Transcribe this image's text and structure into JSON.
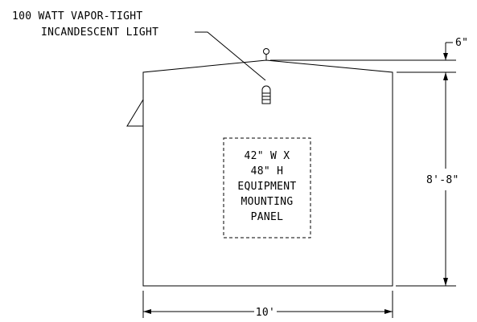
{
  "callout": {
    "line1": "100 WATT VAPOR-TIGHT",
    "line2": "INCANDESCENT LIGHT"
  },
  "panel": {
    "line1": "42\" W X",
    "line2": "48\" H",
    "line3": "EQUIPMENT",
    "line4": "MOUNTING",
    "line5": "PANEL"
  },
  "dimensions": {
    "roof_rise": "6\"",
    "wall_height": "8'-8\"",
    "width": "10'"
  }
}
